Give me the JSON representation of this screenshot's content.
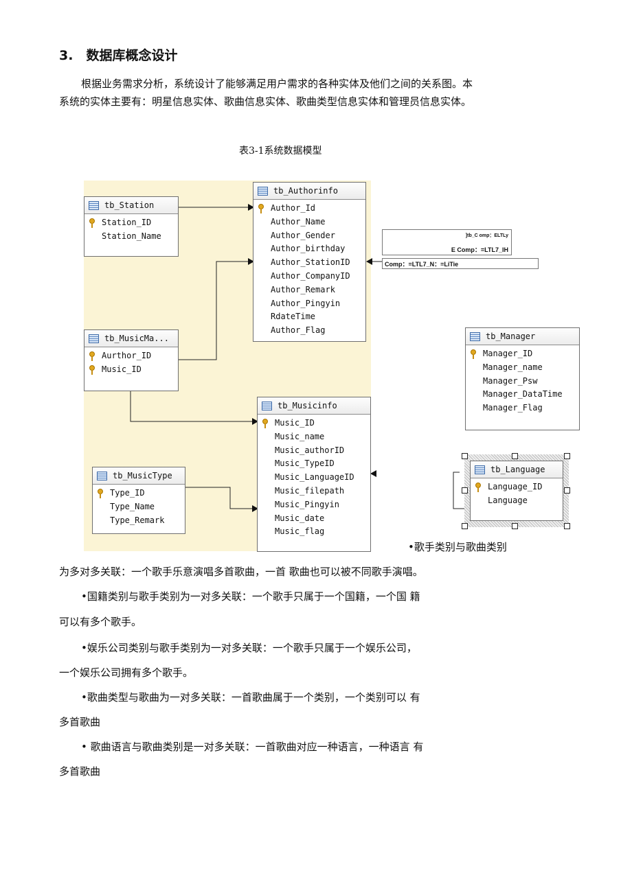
{
  "section": {
    "heading": "3.　数据库概念设计",
    "intro_line1": "根据业务需求分析，系统设计了能够满足用户需求的各种实体及他们之间的关系图。本",
    "intro_line2": "系统的实体主要有：明星信息实体、歌曲信息实体、歌曲类型信息实体和管理员信息实体。",
    "caption": "表3-1系统数据模型"
  },
  "diagram": {
    "tables": {
      "station": {
        "name": "tb_Station",
        "fields": [
          "Station_ID",
          "Station_Name"
        ],
        "keys": [
          true,
          false
        ]
      },
      "authorinfo": {
        "name": "tb_Authorinfo",
        "fields": [
          "Author_Id",
          "Author_Name",
          "Author_Gender",
          "Author_birthday",
          "Author_StationID",
          "Author_CompanyID",
          "Author_Remark",
          "Author_Pingyin",
          "RdateTime",
          "Author_Flag"
        ],
        "keys": [
          true,
          false,
          false,
          false,
          false,
          false,
          false,
          false,
          false,
          false
        ]
      },
      "musicma": {
        "name": "tb_MusicMa...",
        "fields": [
          "Aurthor_ID",
          "Music_ID"
        ],
        "keys": [
          true,
          true
        ]
      },
      "musicinfo": {
        "name": "tb_Musicinfo",
        "fields": [
          "Music_ID",
          "Music_name",
          "Music_authorID",
          "Music_TypeID",
          "Music_LanguageID",
          "Music_filepath",
          "Music_Pingyin",
          "Music_date",
          "Music_flag"
        ],
        "keys": [
          true,
          false,
          false,
          false,
          false,
          false,
          false,
          false,
          false
        ]
      },
      "musictype": {
        "name": "tb_MusicType",
        "fields": [
          "Type_ID",
          "Type_Name",
          "Type_Remark"
        ],
        "keys": [
          true,
          false,
          false
        ]
      },
      "manager": {
        "name": "tb_Manager",
        "fields": [
          "Manager_ID",
          "Manager_name",
          "Manager_Psw",
          "Manager_DataTime",
          "Manager_Flag"
        ],
        "keys": [
          true,
          false,
          false,
          false,
          false
        ]
      },
      "language": {
        "name": "tb_Language",
        "fields": [
          "Language_ID",
          "Language"
        ],
        "keys": [
          true,
          false
        ]
      }
    },
    "notes": {
      "box1_line1": "]tb_C omp：ELTLy",
      "box1_line2": "E Comp：=LTL7_IH",
      "box2": "Comp：=LTL7_N：=LiTie"
    }
  },
  "relations": {
    "first_tail": "•歌手类别与歌曲类别",
    "first_rest": "为多对多关联：一个歌手乐意演唱多首歌曲，一首  歌曲也可以被不同歌手演唱。",
    "second_a": "•国籍类别与歌手类别为一对多关联：一个歌手只属于一个国籍，一个国  籍",
    "second_b": "可以有多个歌手。",
    "third_a": "•娱乐公司类别与歌手类别为一对多关联：一个歌手只属于一个娱乐公司，",
    "third_b": "一个娱乐公司拥有多个歌手。",
    "fourth_a": "•歌曲类型与歌曲为一对多关联：一首歌曲属于一个类别，一个类别可以  有",
    "fourth_b": "多首歌曲",
    "fifth_a": "• 歌曲语言与歌曲类别是一对多关联：一首歌曲对应一种语言，一种语言  有",
    "fifth_b": "多首歌曲"
  }
}
